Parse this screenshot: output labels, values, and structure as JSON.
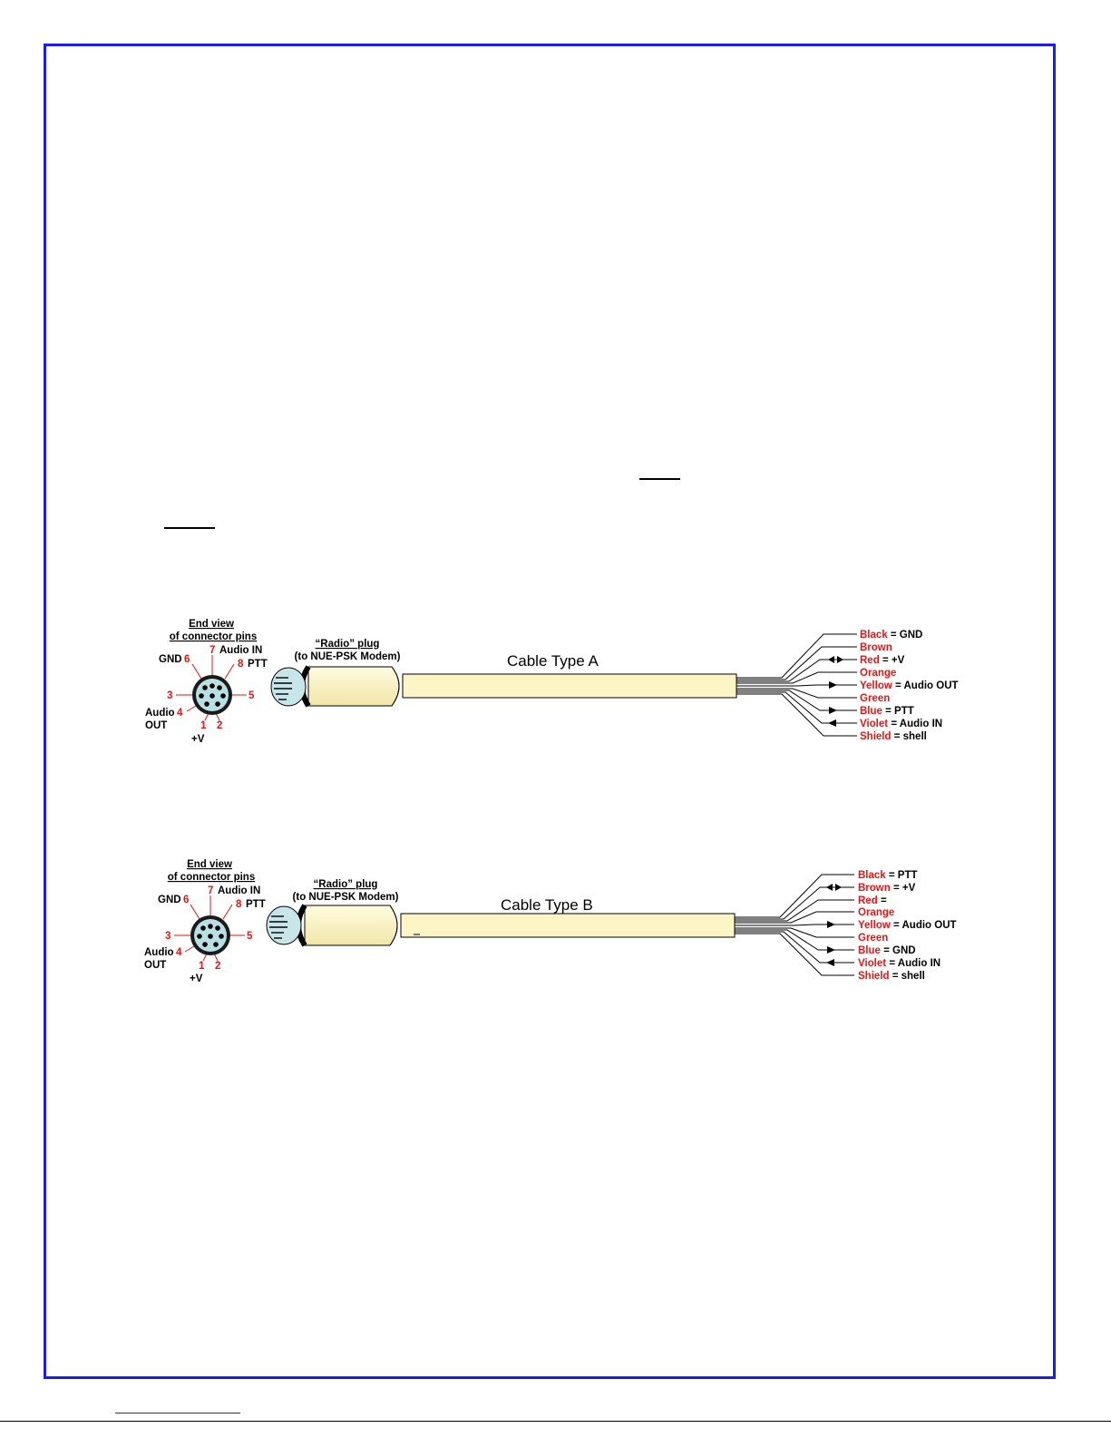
{
  "colors": {
    "frame": "#1a1aff",
    "cable_fill": "#fdf5c6",
    "pin_label": "#ee1111",
    "connector_face": "#b8e0e4"
  },
  "diagrams": [
    {
      "cable_title": "Cable Type A",
      "end_view": {
        "line1": "End view",
        "line2": "of connector pins"
      },
      "plug": {
        "line1": "“Radio” plug",
        "line2": "(to NUE-PSK Modem)"
      },
      "pins": {
        "p1": "1",
        "p2": "2",
        "p3": "3",
        "p4": "4",
        "p5": "5",
        "p6": "6",
        "p7": "7",
        "p8": "8",
        "gnd": "GND",
        "audio_in": "Audio IN",
        "ptt": "PTT",
        "audio": "Audio",
        "out": "OUT",
        "vplus": "+V"
      },
      "wires": [
        {
          "color": "Black",
          "desc": "= GND",
          "arrow": "none"
        },
        {
          "color": "Brown",
          "desc": "",
          "arrow": "none"
        },
        {
          "color": "Red",
          "desc": "= +V",
          "arrow": "both"
        },
        {
          "color": "Orange",
          "desc": "",
          "arrow": "none"
        },
        {
          "color": "Yellow",
          "desc": "= Audio OUT",
          "arrow": "right"
        },
        {
          "color": "Green",
          "desc": "",
          "arrow": "none"
        },
        {
          "color": "Blue",
          "desc": "= PTT",
          "arrow": "right"
        },
        {
          "color": "Violet",
          "desc": "= Audio IN",
          "arrow": "left"
        },
        {
          "color": "Shield",
          "desc": "= shell",
          "arrow": "none"
        }
      ]
    },
    {
      "cable_title": "Cable Type B",
      "end_view": {
        "line1": "End view",
        "line2": "of connector pins"
      },
      "plug": {
        "line1": "“Radio” plug",
        "line2": "(to NUE-PSK Modem)"
      },
      "pins": {
        "p1": "1",
        "p2": "2",
        "p3": "3",
        "p4": "4",
        "p5": "5",
        "p6": "6",
        "p7": "7",
        "p8": "8",
        "gnd": "GND",
        "audio_in": "Audio IN",
        "ptt": "PTT",
        "audio": "Audio",
        "out": "OUT",
        "vplus": "+V"
      },
      "wires": [
        {
          "color": "Black",
          "desc": "= PTT",
          "arrow": "none"
        },
        {
          "color": "Brown",
          "desc": "= +V",
          "arrow": "both"
        },
        {
          "color": "Red",
          "desc": "=",
          "arrow": "none"
        },
        {
          "color": "Orange",
          "desc": "",
          "arrow": "none"
        },
        {
          "color": "Yellow",
          "desc": "= Audio OUT",
          "arrow": "right"
        },
        {
          "color": "Green",
          "desc": "",
          "arrow": "none"
        },
        {
          "color": "Blue",
          "desc": "= GND",
          "arrow": "right"
        },
        {
          "color": "Violet",
          "desc": "= Audio IN",
          "arrow": "left"
        },
        {
          "color": "Shield",
          "desc": "= shell",
          "arrow": "none"
        }
      ]
    }
  ]
}
